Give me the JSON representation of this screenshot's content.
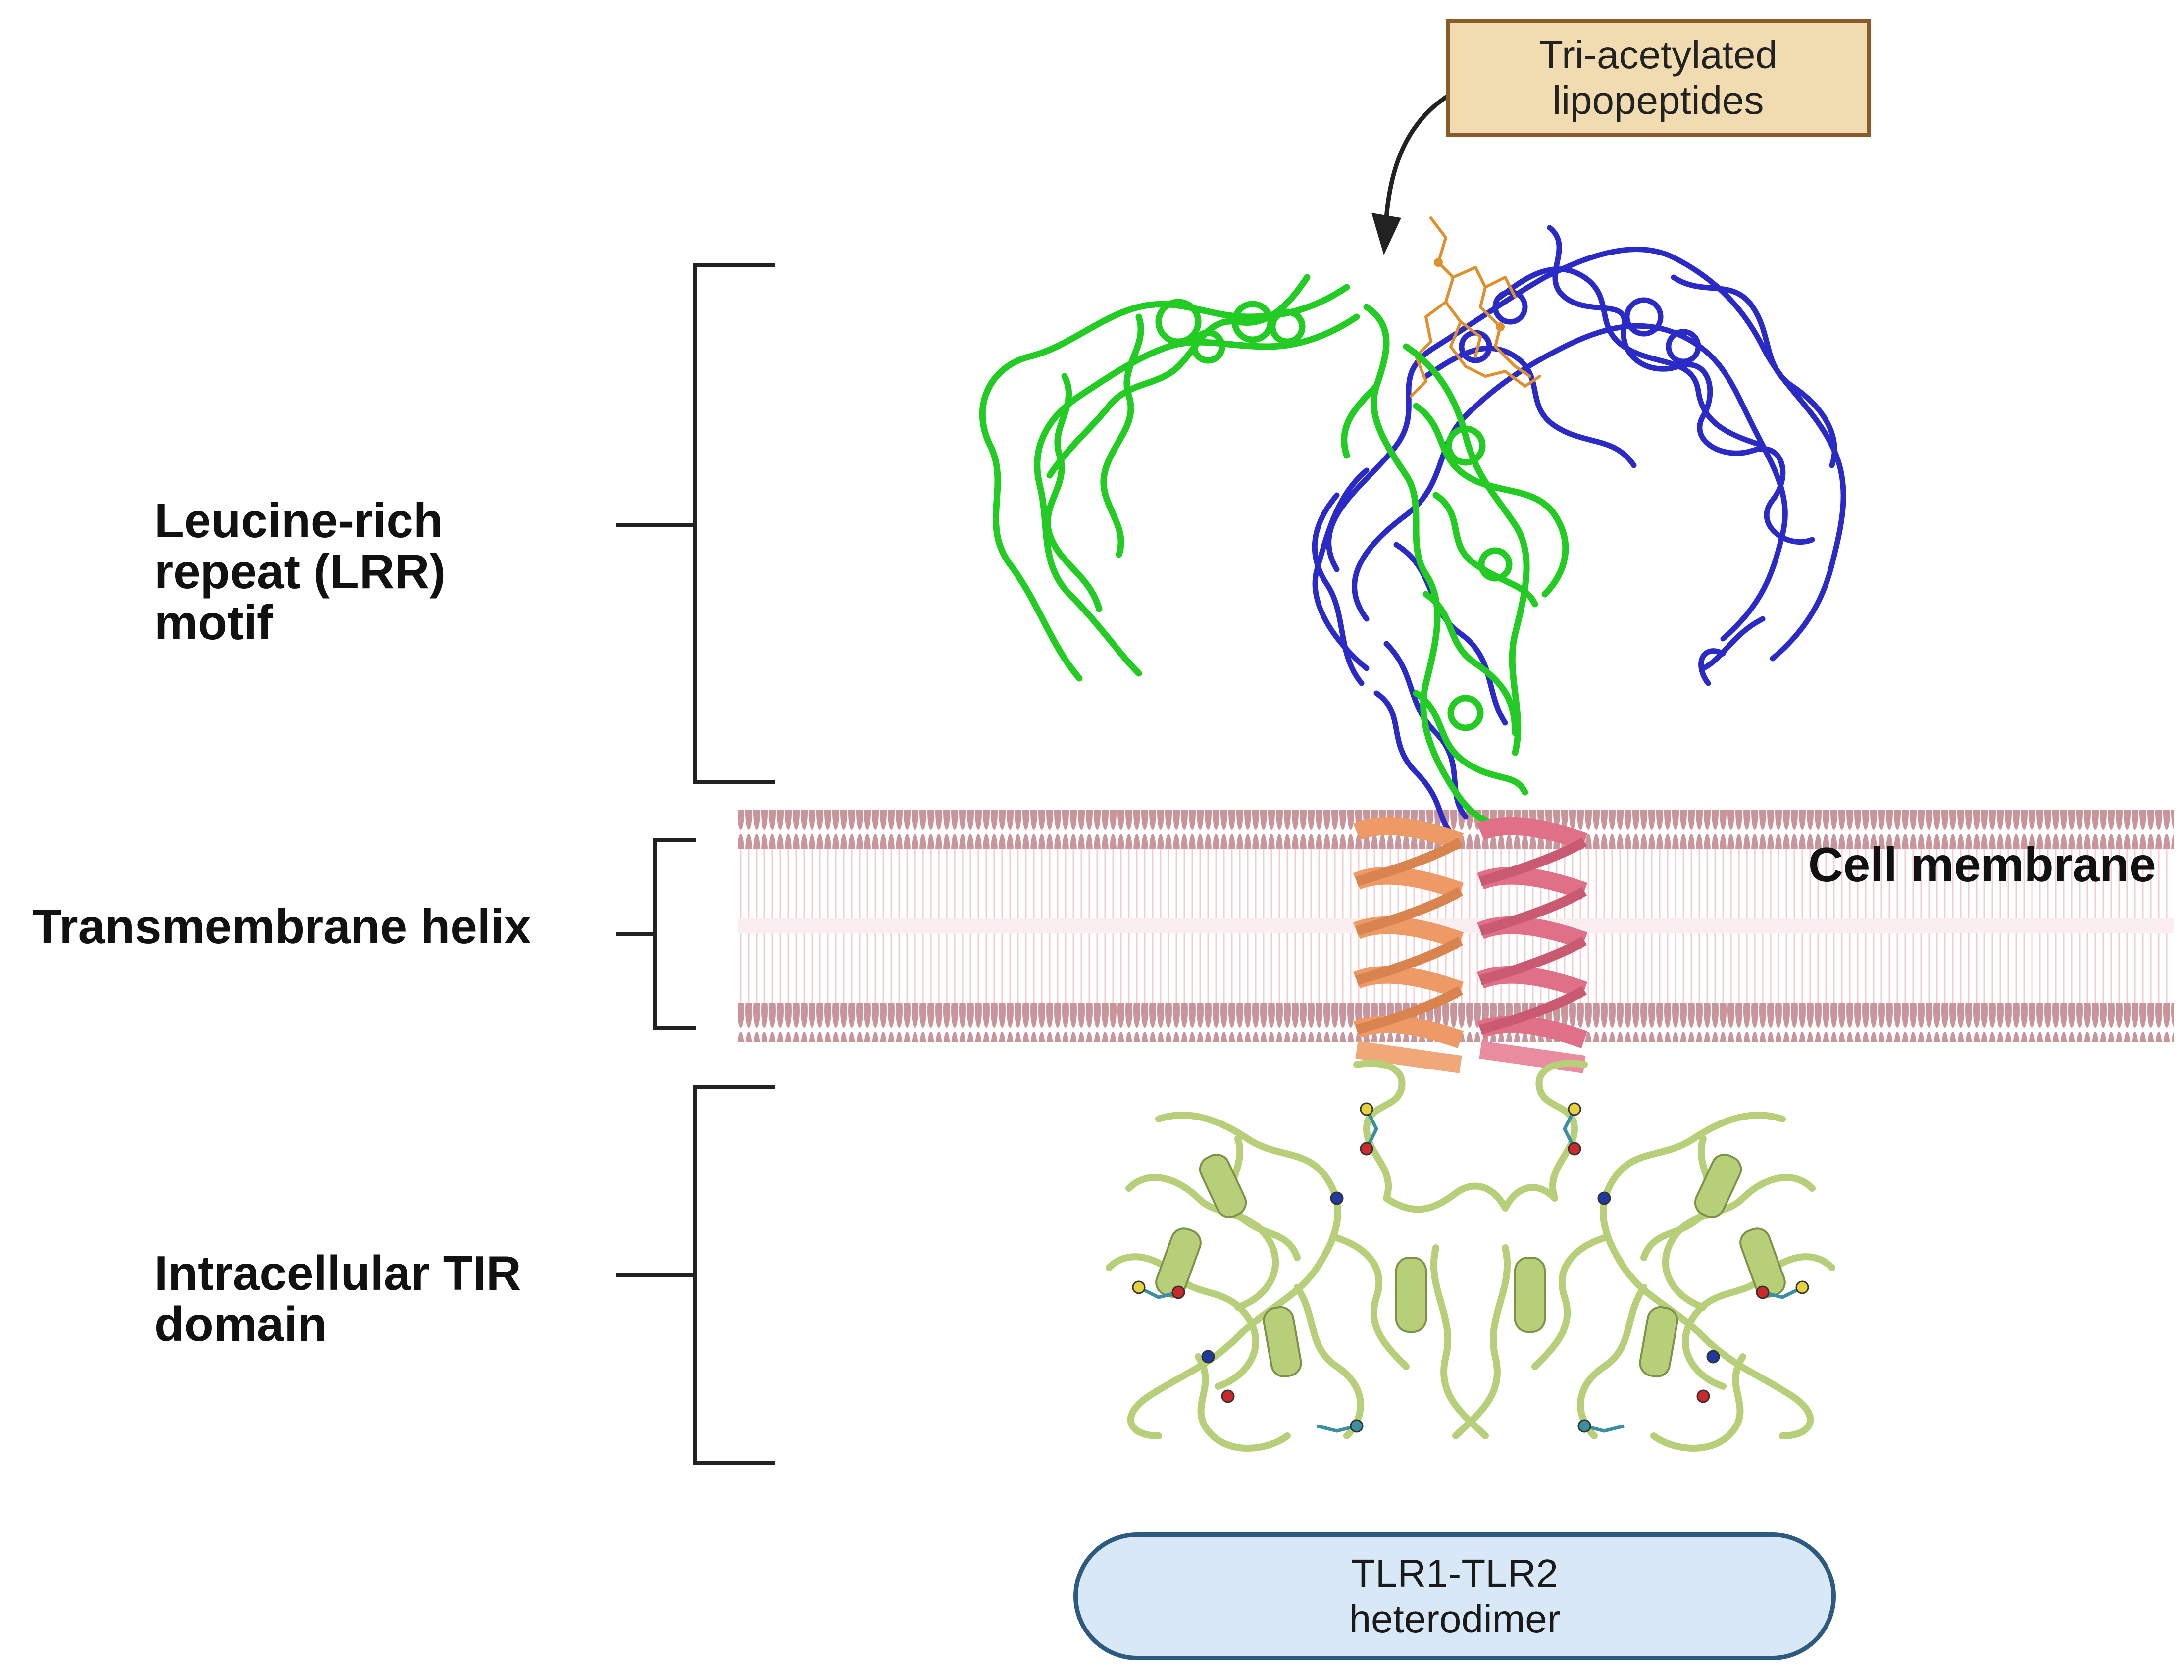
{
  "labels": {
    "lrr": [
      "Leucine-rich",
      "repeat (LRR)",
      "motif"
    ],
    "transmembrane": "Transmembrane helix",
    "tir": [
      "Intracellular TIR",
      "domain"
    ],
    "membrane": "Cell membrane"
  },
  "ligand_box": [
    "Tri-acetylated",
    "lipopeptides"
  ],
  "complex_box": [
    "TLR1-TLR2",
    "heterodimer"
  ],
  "colors": {
    "tlr_green": "#22cc22",
    "tlr_blue": "#2a2ac8",
    "ligand_orange": "#e0902a",
    "membrane_pink": "#c9959a",
    "helix_orange": "#ee9a66",
    "helix_pink": "#e07088",
    "tir_olive": "#b8cf7a",
    "bracket": "#222222"
  }
}
